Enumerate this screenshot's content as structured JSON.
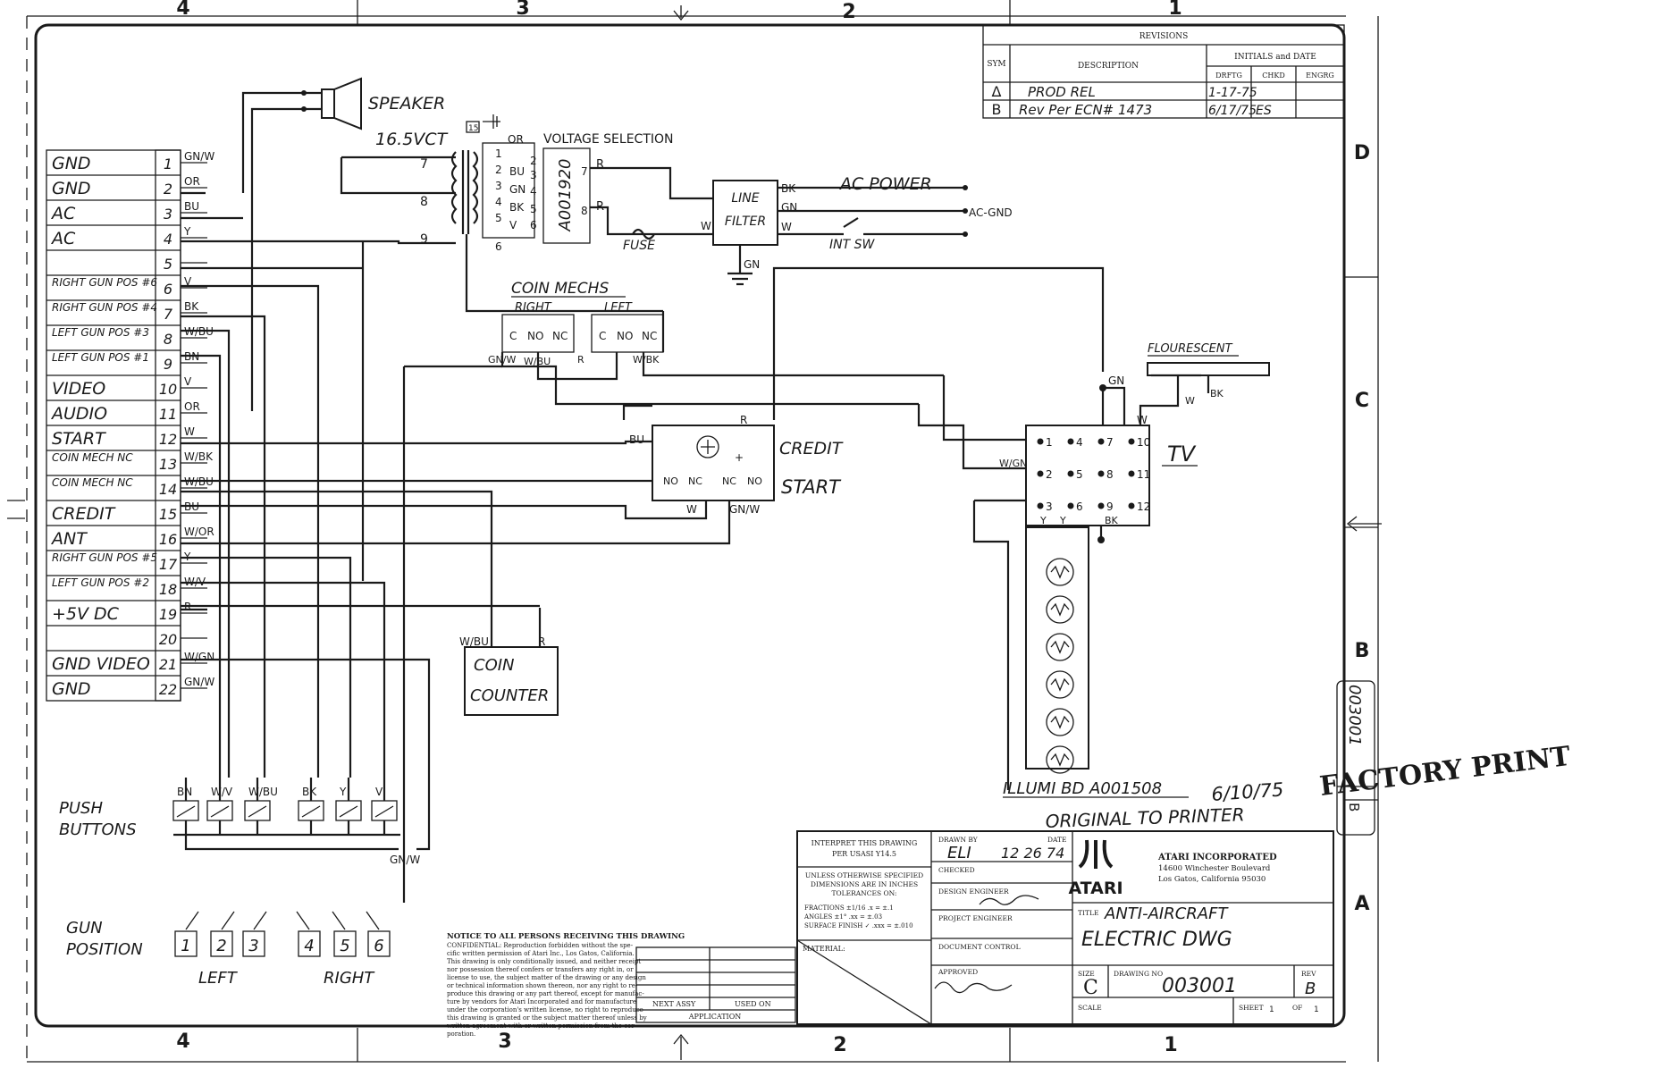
{
  "zones": {
    "top": [
      "4",
      "3",
      "2",
      "1"
    ],
    "bottom": [
      "4",
      "3",
      "2",
      "1"
    ],
    "side": [
      "D",
      "C",
      "B",
      "A"
    ]
  },
  "revisions": {
    "title": "REVISIONS",
    "headers": {
      "sym": "SYM",
      "description": "DESCRIPTION",
      "initials": "INITIALS and DATE",
      "drftg": "DRFTG",
      "chkd": "CHKD",
      "engrg": "ENGRG"
    },
    "rows": [
      {
        "sym": "Δ",
        "description": "PROD REL",
        "date": "1-17-75"
      },
      {
        "sym": "B",
        "description": "Rev Per ECN# 1473",
        "date": "6/17/75",
        "init": "ES"
      }
    ]
  },
  "connector": {
    "pins": [
      {
        "num": "1",
        "label": "GND",
        "wire": "GN/W"
      },
      {
        "num": "2",
        "label": "GND",
        "wire": "OR"
      },
      {
        "num": "3",
        "label": "AC",
        "wire": "BU"
      },
      {
        "num": "4",
        "label": "AC",
        "wire": "Y"
      },
      {
        "num": "5",
        "label": "",
        "wire": ""
      },
      {
        "num": "6",
        "label": "RIGHT GUN POS #6",
        "wire": "V"
      },
      {
        "num": "7",
        "label": "RIGHT GUN POS #4",
        "wire": "BK"
      },
      {
        "num": "8",
        "label": "LEFT GUN POS #3",
        "wire": "W/BU"
      },
      {
        "num": "9",
        "label": "LEFT GUN POS #1",
        "wire": "BN"
      },
      {
        "num": "10",
        "label": "VIDEO",
        "wire": "V"
      },
      {
        "num": "11",
        "label": "AUDIO",
        "wire": "OR"
      },
      {
        "num": "12",
        "label": "START",
        "wire": "W"
      },
      {
        "num": "13",
        "label": "COIN MECH NC",
        "wire": "W/BK"
      },
      {
        "num": "14",
        "label": "COIN MECH NC",
        "wire": "W/BU"
      },
      {
        "num": "15",
        "label": "CREDIT",
        "wire": "BU"
      },
      {
        "num": "16",
        "label": "ANT",
        "wire": "W/OR"
      },
      {
        "num": "17",
        "label": "RIGHT GUN POS #5",
        "wire": "Y"
      },
      {
        "num": "18",
        "label": "LEFT GUN POS #2",
        "wire": "W/V"
      },
      {
        "num": "19",
        "label": "+5V DC",
        "wire": "R"
      },
      {
        "num": "20",
        "label": "",
        "wire": ""
      },
      {
        "num": "21",
        "label": "GND VIDEO",
        "wire": "W/GN"
      },
      {
        "num": "22",
        "label": "GND",
        "wire": "GN/W"
      }
    ]
  },
  "speaker": "SPEAKER",
  "transformer": {
    "label": "16.5VCT",
    "selection": "VOLTAGE SELECTION",
    "part": "A001920",
    "taps": [
      "7",
      "8",
      "9"
    ],
    "sw_pins": [
      "1",
      "2",
      "3",
      "4",
      "5",
      "6"
    ],
    "wires": [
      "OR",
      "BU",
      "GN",
      "BK",
      "V"
    ],
    "r_pins": [
      "2",
      "3",
      "4",
      "5",
      "6"
    ],
    "out_pins": [
      "7",
      "8"
    ],
    "tag": "15"
  },
  "line_filter": {
    "line1": "LINE",
    "line2": "FILTER",
    "in_w": "W",
    "out": [
      "BK",
      "GN",
      "W"
    ],
    "gnd": "GN"
  },
  "fuse": "FUSE",
  "ac_power": "AC POWER",
  "ac_gnd": "AC-GND",
  "int_sw": "INT SW",
  "r_labels": [
    "R",
    "R"
  ],
  "coin_mechs": {
    "title": "COIN MECHS",
    "right": "RIGHT",
    "left": "LEFT",
    "contacts": [
      "C",
      "NO",
      "NC",
      "C",
      "NO",
      "NC"
    ],
    "wires": [
      "GN/W",
      "W/BU",
      "R",
      "W/BK"
    ]
  },
  "credit_start": {
    "credit": "CREDIT",
    "start": "START",
    "contacts": [
      "NO",
      "NC",
      "NC",
      "NO"
    ],
    "wires": [
      "BU",
      "R",
      "W",
      "GN/W"
    ],
    "plus": "+"
  },
  "coin_counter": {
    "line1": "COIN",
    "line2": "COUNTER",
    "wires": [
      "W/BU",
      "R"
    ]
  },
  "fluorescent": {
    "label": "FLOURESCENT",
    "wires": [
      "W",
      "BK"
    ]
  },
  "tv": {
    "label": "TV",
    "pins": [
      "1",
      "4",
      "7",
      "10",
      "2",
      "5",
      "8",
      "11",
      "3",
      "6",
      "9",
      "12"
    ],
    "wires": [
      "GN",
      "W",
      "W/GN",
      "Y",
      "Y",
      "BK"
    ]
  },
  "illumi": {
    "label": "ILLUMI BD A001508",
    "lamps": 6
  },
  "push_buttons": {
    "title1": "PUSH",
    "title2": "BUTTONS",
    "wires": [
      "BN",
      "W/V",
      "W/BU",
      "BK",
      "Y",
      "V"
    ],
    "common": "GN/W"
  },
  "gun_position": {
    "title1": "GUN",
    "title2": "POSITION",
    "nums": [
      "1",
      "2",
      "3",
      "4",
      "5",
      "6"
    ],
    "left": "LEFT",
    "right": "RIGHT"
  },
  "handwriting": {
    "date": "6/10/75",
    "note": "ORIGINAL TO PRINTER"
  },
  "stamp": "FACTORY PRINT",
  "notice": {
    "title": "NOTICE TO ALL PERSONS RECEIVING THIS DRAWING",
    "lines": [
      "CONFIDENTIAL: Reproduction forbidden without the spe-",
      "cific written permission of Atari Inc., Los Gatos, California.",
      "This drawing is only conditionally issued, and neither receipt",
      "nor possession thereof confers or transfers any right in, or",
      "license to use, the subject matter of the drawing or any design",
      "or technical information shown thereon, nor any right to re-",
      "produce this drawing or any part thereof, except for manufac-",
      "ture by vendors for Atari Incorporated and for manufacture",
      "under the corporation's written license, no right to reproduce",
      "this drawing is granted or the subject matter thereof unless by",
      "written agreement with or written permission from the cor-",
      "poration."
    ]
  },
  "application": {
    "next_assy": "NEXT ASSY",
    "used_on": "USED ON",
    "label": "APPLICATION"
  },
  "title_block": {
    "interpret": [
      "INTERPRET THIS DRAWING",
      "PER USASI Y14.5"
    ],
    "unless": [
      "UNLESS OTHERWISE SPECIFIED",
      "DIMENSIONS ARE IN INCHES",
      "TOLERANCES ON:"
    ],
    "tolerances": [
      "FRACTIONS ±1/16   .x = ±.1",
      "ANGLES ±1°    .xx = ±.03",
      "SURFACE FINISH ✓   .xxx = ±.010"
    ],
    "material": "MATERIAL:",
    "drawn_by_label": "DRAWN BY",
    "date_label": "DATE",
    "drawn_by": "ELI",
    "drawn_date": "12 26 74",
    "checked": "CHECKED",
    "design_engineer": "DESIGN ENGINEER",
    "project_engineer": "PROJECT ENGINEER",
    "document_control": "DOCUMENT CONTROL",
    "approved": "APPROVED",
    "company": "ATARI INCORPORATED",
    "address1": "14600 Winchester Boulevard",
    "address2": "Los Gatos, California 95030",
    "logo": "ATARI",
    "title_label": "TITLE",
    "title1": "ANTI-AIRCRAFT",
    "title2": "ELECTRIC DWG",
    "size_label": "SIZE",
    "size": "C",
    "drawing_no_label": "DRAWING NO",
    "drawing_no": "003001",
    "rev_label": "REV",
    "rev": "B",
    "scale": "SCALE",
    "sheet_label": "SHEET",
    "sheet": "1",
    "of_label": "OF",
    "of": "1"
  },
  "side_tab": {
    "drawing_no": "003001",
    "rev": "B"
  }
}
